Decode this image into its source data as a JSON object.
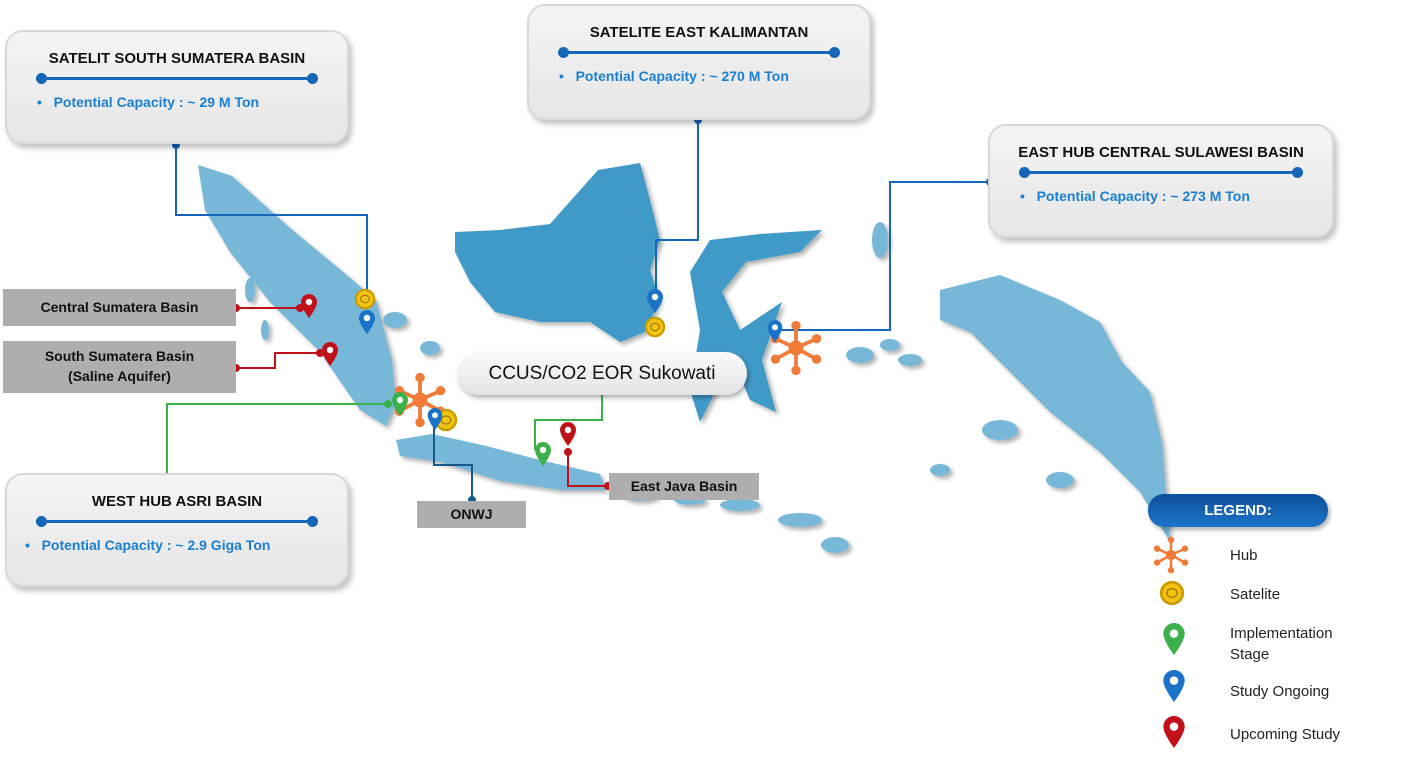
{
  "callouts": [
    {
      "title": "SATELIT SOUTH SUMATERA BASIN",
      "capacity": "Potential Capacity : ~ 29 M Ton"
    },
    {
      "title": "SATELITE EAST KALIMANTAN",
      "capacity": "Potential Capacity : ~ 270 M Ton"
    },
    {
      "title": "EAST HUB CENTRAL SULAWESI BASIN",
      "capacity": "Potential Capacity : ~ 273 M Ton"
    },
    {
      "title": "WEST HUB ASRI BASIN",
      "capacity": "Potential Capacity : ~ 2.9 Giga Ton"
    }
  ],
  "labels": {
    "central_sumatera": "Central Sumatera Basin",
    "south_sumatera_1": "South Sumatera Basin",
    "south_sumatera_2": "(Saline Aquifer)",
    "onwj": "ONWJ",
    "east_java": "East Java Basin",
    "sukowati": "CCUS/CO2 EOR Sukowati"
  },
  "legend": {
    "title": "LEGEND:",
    "items": [
      {
        "icon": "hub-icon",
        "label": "Hub"
      },
      {
        "icon": "satellite-icon",
        "label": "Satelite"
      },
      {
        "icon": "green-pin-icon",
        "label": "Implementation Stage"
      },
      {
        "icon": "blue-pin-icon",
        "label": "Study Ongoing"
      },
      {
        "icon": "red-pin-icon",
        "label": "Upcoming Study"
      }
    ]
  },
  "colors": {
    "land": "#77b7d8",
    "land_dark": "#3f9ac8",
    "hub": "#f07b38",
    "implementation": "#3cb04a",
    "study": "#1a73c8",
    "upcoming": "#c0101a",
    "satellite": "#e4b400"
  }
}
